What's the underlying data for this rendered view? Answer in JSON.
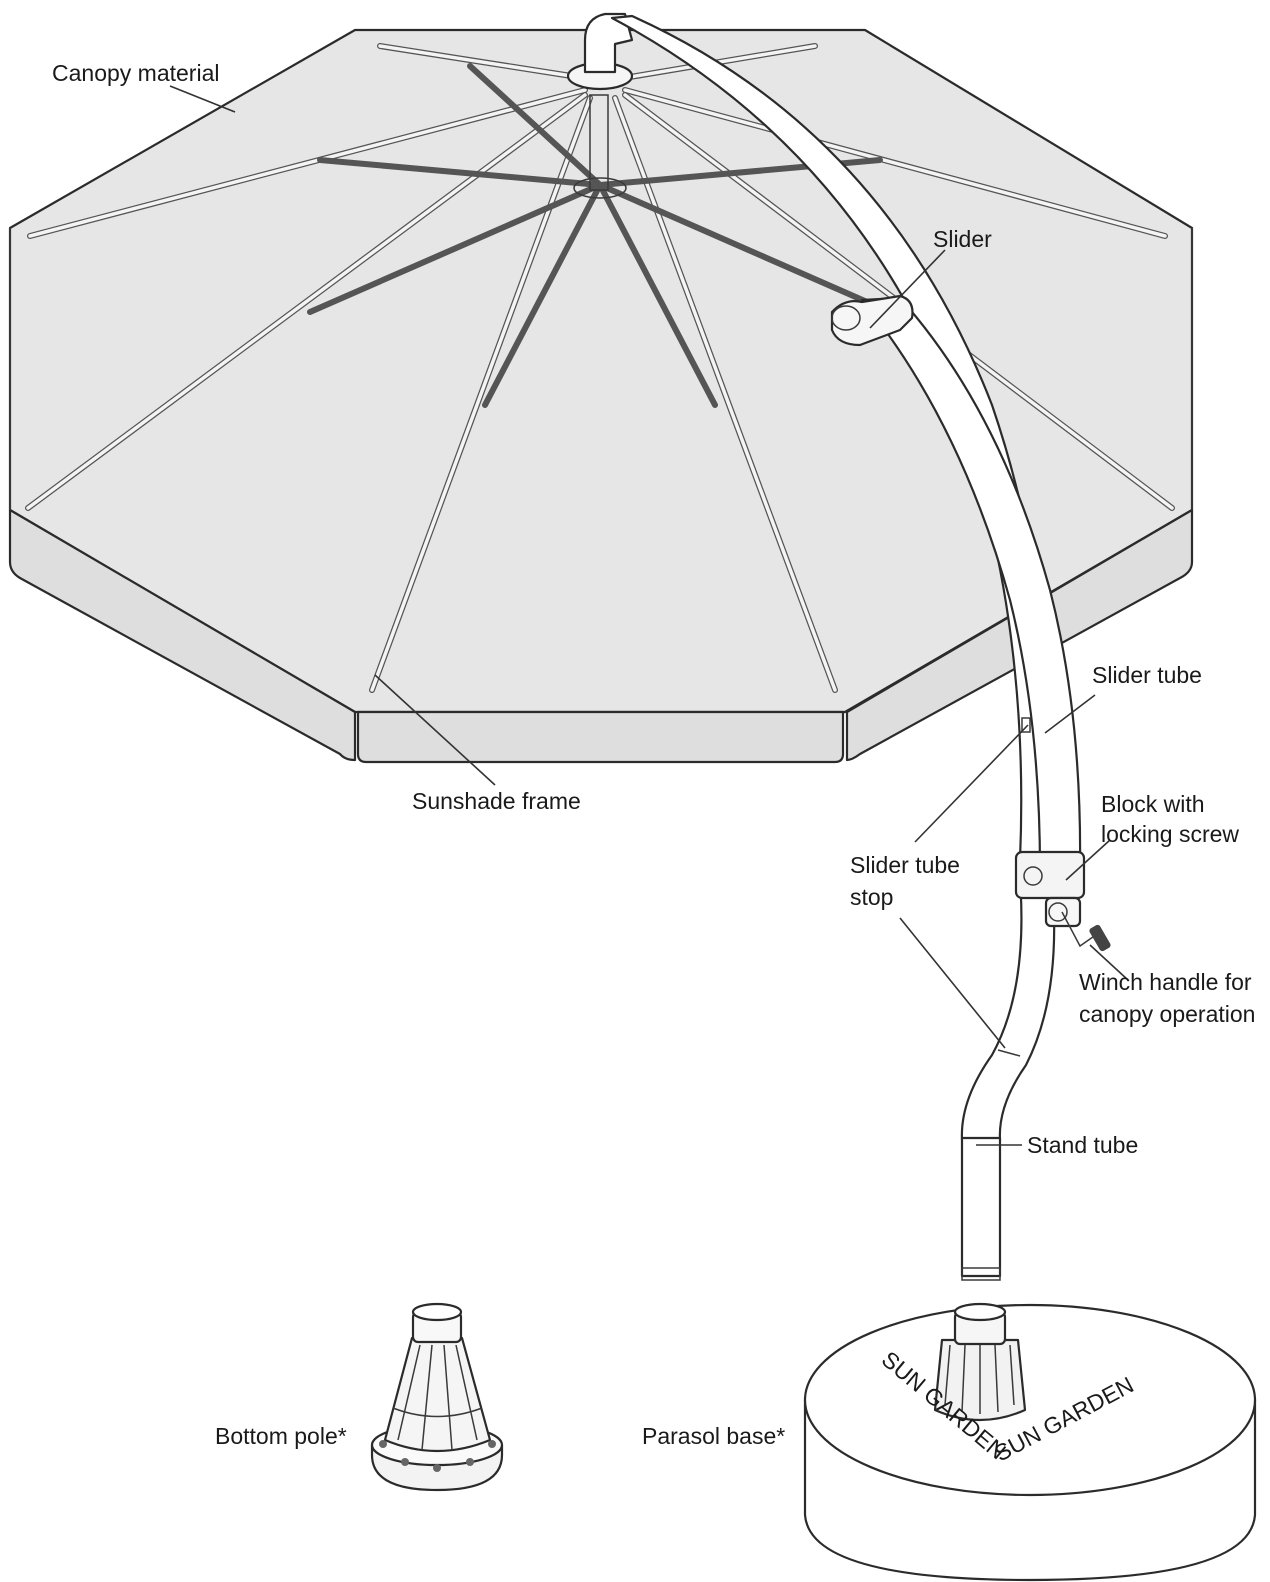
{
  "labels": {
    "canopy_material": "Canopy material",
    "slider": "Slider",
    "slider_tube": "Slider tube",
    "block_with": "Block with",
    "locking_screw": "locking screw",
    "sunshade_frame": "Sunshade frame",
    "slider_tube_stop_1": "Slider tube",
    "slider_tube_stop_2": "stop",
    "winch_1": "Winch handle for",
    "winch_2": "canopy operation",
    "stand_tube": "Stand tube",
    "bottom_pole": "Bottom pole*",
    "parasol_base": "Parasol base*"
  },
  "logo_text": "SUN GARDEN",
  "colors": {
    "canopy_fill": "#e6e6e6",
    "canopy_edge": "#dcdcdc",
    "tube_fill": "#ffffff",
    "line": "#2b2b2b"
  }
}
